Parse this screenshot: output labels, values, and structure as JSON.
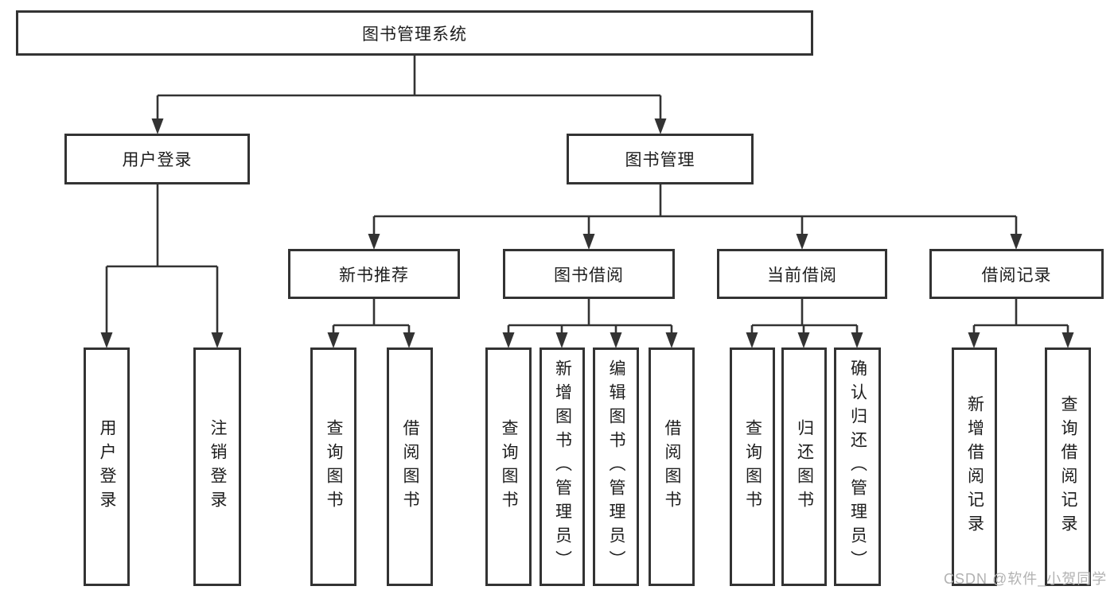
{
  "colors": {
    "line": "#333333",
    "box_border": "#333333",
    "box_background": "#ffffff",
    "text": "#1d1d1d",
    "watermark": "#b2b2b2"
  },
  "watermark": {
    "text": "CSDN @软件_小贺同学"
  },
  "diagram": {
    "root": {
      "label": "图书管理系统"
    },
    "level2": [
      {
        "label": "用户登录"
      },
      {
        "label": "图书管理"
      }
    ],
    "level3": [
      {
        "label": "新书推荐",
        "parent": "图书管理"
      },
      {
        "label": "图书借阅",
        "parent": "图书管理"
      },
      {
        "label": "当前借阅",
        "parent": "图书管理"
      },
      {
        "label": "借阅记录",
        "parent": "图书管理"
      }
    ],
    "leaves": [
      {
        "label": "用户登录",
        "parent": "用户登录"
      },
      {
        "label": "注销登录",
        "parent": "用户登录"
      },
      {
        "label": "查询图书",
        "parent": "新书推荐"
      },
      {
        "label": "借阅图书",
        "parent": "新书推荐"
      },
      {
        "label": "查询图书",
        "parent": "图书借阅"
      },
      {
        "label": "新增图书（管理员）",
        "parent": "图书借阅"
      },
      {
        "label": "编辑图书（管理员）",
        "parent": "图书借阅"
      },
      {
        "label": "借阅图书",
        "parent": "图书借阅"
      },
      {
        "label": "查询图书",
        "parent": "当前借阅"
      },
      {
        "label": "归还图书",
        "parent": "当前借阅"
      },
      {
        "label": "确认归还（管理员）",
        "parent": "当前借阅"
      },
      {
        "label": "新增借阅记录",
        "parent": "借阅记录"
      },
      {
        "label": "查询借阅记录",
        "parent": "借阅记录"
      }
    ]
  }
}
